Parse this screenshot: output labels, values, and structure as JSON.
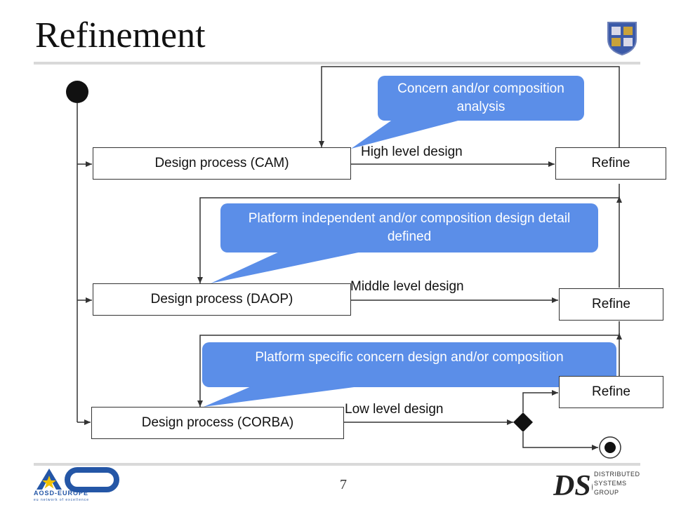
{
  "slide": {
    "title": "Refinement",
    "page_number": "7"
  },
  "boxes": {
    "cam": "Design process (CAM)",
    "daop": "Design process (DAOP)",
    "corba": "Design process (CORBA)",
    "refine_1": "Refine",
    "refine_2": "Refine",
    "refine_3": "Refine"
  },
  "callouts": {
    "c1": "Concern and/or composition analysis",
    "c2": "Platform independent and/or composition design detail defined",
    "c3": "Platform specific concern design and/or composition"
  },
  "transitions": {
    "high": "High level design",
    "middle": "Middle level design",
    "low": "Low level design"
  },
  "logos": {
    "aosd": "AOSD-EUROPE",
    "aosd_tagline": "eu network of excellence",
    "dsg_line1": "DISTRIBUTED",
    "dsg_line2": "SYSTEMS",
    "dsg_line3": "GROUP"
  },
  "colors": {
    "callout_fill": "#5b8ee8",
    "line": "#333333",
    "rule": "#d9d9d9",
    "brand_blue": "#2456a6",
    "brand_yellow": "#f2c200"
  }
}
